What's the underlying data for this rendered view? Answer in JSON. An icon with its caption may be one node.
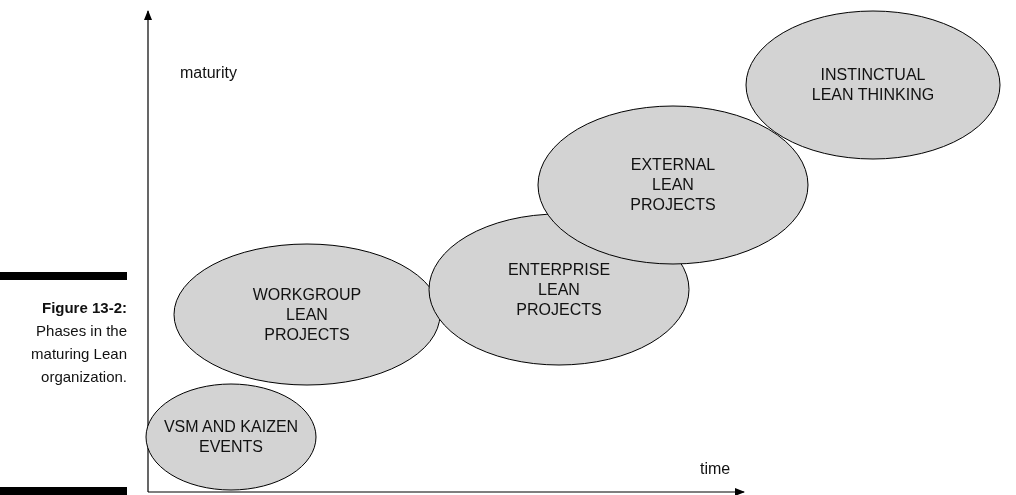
{
  "diagram": {
    "caption": "**Figure 13-2:** Phases in the maturing Lean organization.",
    "nodes": [
      {
        "text": [
          "VSM AND KAIZEN EVENTS"
        ]
      },
      {
        "text": [
          "WORKGROUP LEAN PROJECTS"
        ]
      },
      {
        "text": [
          "ENTERPRISE LEAN PROJECTS"
        ]
      },
      {
        "text": [
          "EXTERNAL LEAN PROJECTS"
        ]
      },
      {
        "text": [
          "INSTINCTUAL LEAN THINKING"
        ]
      }
    ],
    "labels": [
      "maturity",
      "time"
    ]
  }
}
